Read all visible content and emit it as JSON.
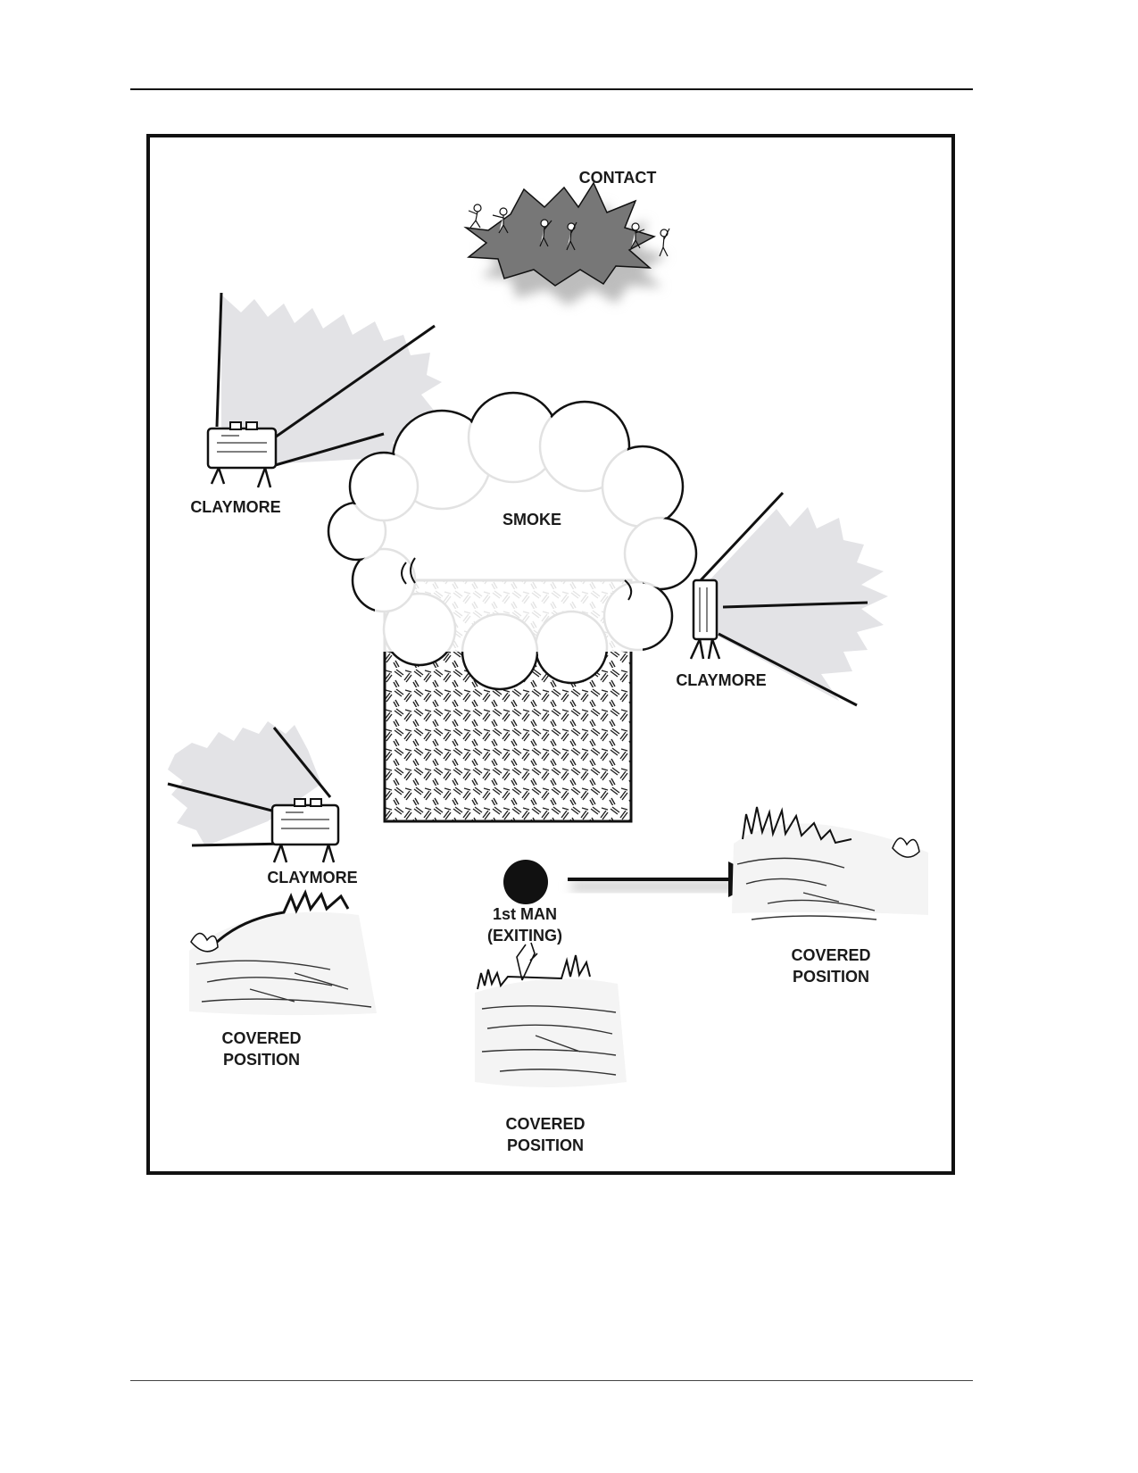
{
  "labels": {
    "contact": "CONTACT",
    "smoke": "SMOKE",
    "claymore_top_left": "CLAYMORE",
    "claymore_right": "CLAYMORE",
    "claymore_bottom_left": "CLAYMORE",
    "first_man_line1": "1st MAN",
    "first_man_line2": "(EXITING)",
    "covered_right_line1": "COVERED",
    "covered_right_line2": "POSITION",
    "covered_left_line1": "COVERED",
    "covered_left_line2": "POSITION",
    "covered_center_line1": "COVERED",
    "covered_center_line2": "POSITION"
  },
  "icons": {
    "claymore": "claymore-mine-icon",
    "smoke": "smoke-cloud-icon",
    "soldier": "soldier-icon",
    "first_man": "filled-circle-icon",
    "movement_arrow": "arrow-right-icon",
    "covered_position": "terrain-cover-icon"
  },
  "colors": {
    "ink": "#111111",
    "blast_fill": "#e3e3e6",
    "contact_fill": "#7a7a7a",
    "shadow": "#cfcfcf"
  }
}
